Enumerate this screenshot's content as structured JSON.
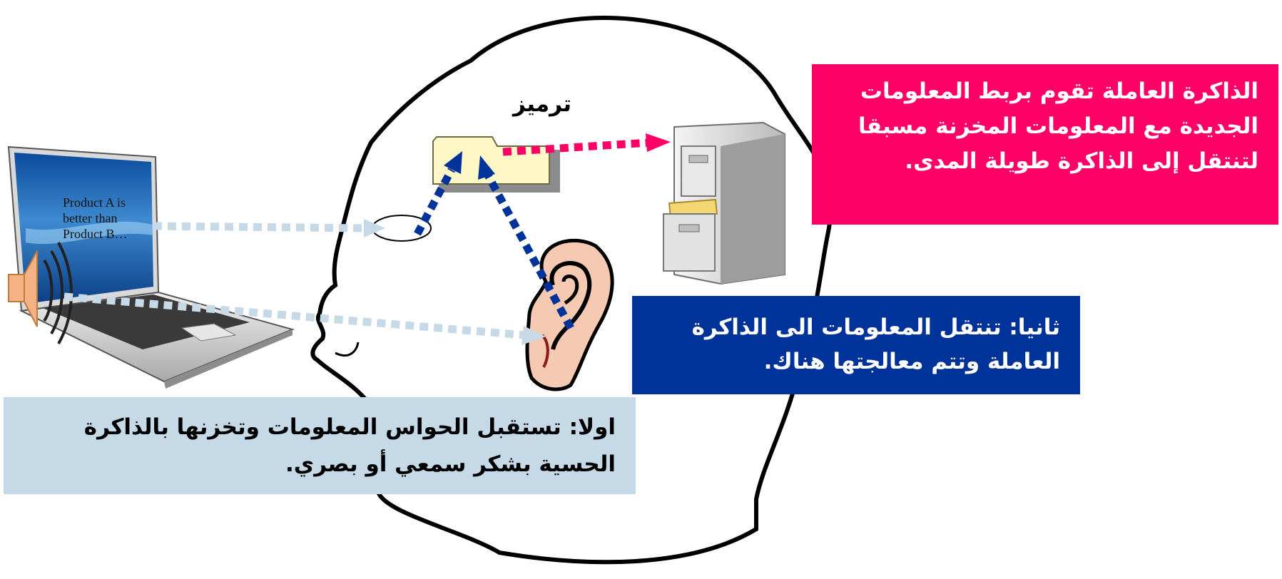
{
  "labels": {
    "encode": "ترميز",
    "screen_text": [
      "Product A is",
      "better than",
      "Product B…"
    ]
  },
  "boxes": {
    "working_memory": {
      "lines": [
        "الذاكرة العاملة تقوم بربط  المعلومات",
        "الجديدة مع المعلومات المخزنة مسبقا",
        "لتنتقل إلى الذاكرة طويلة المدى."
      ],
      "color": "#ff0066"
    },
    "second": {
      "lines": [
        "ثانيا: تنتقل المعلومات الى الذاكرة",
        "العاملة وتتم معالجتها هناك."
      ],
      "color": "#003399"
    },
    "first": {
      "lines": [
        "اولا: تستقبل الحواس المعلومات وتخزنها بالذاكرة",
        "الحسية بشكر سمعي أو بصري."
      ],
      "color": "#c6d9e6"
    }
  },
  "icons": [
    "head-outline-icon",
    "laptop-icon",
    "speaker-icon",
    "ear-icon",
    "folder-icon",
    "file-cabinet-icon",
    "eye-icon"
  ],
  "colors": {
    "dotted_light": "#c6d9e6",
    "dotted_blue": "#003399",
    "dotted_pink": "#ff0066"
  }
}
